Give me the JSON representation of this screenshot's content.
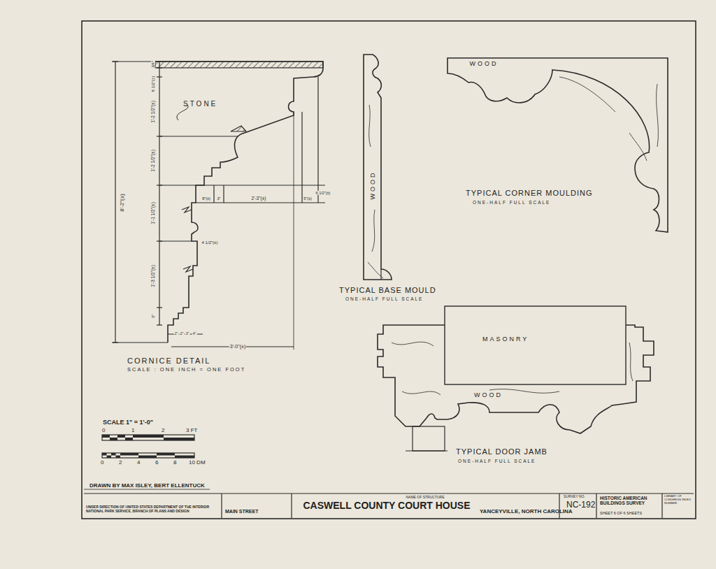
{
  "diagram": {
    "labels": [
      "8'-2\"(±)",
      "3/4\"",
      "8 1/2\"(±)",
      "1'-2 1/2\"(±)",
      "1'-2 1/2\"(±)",
      "1'-1 1/2\"(±)",
      "1'-3 1/2\"(±)",
      "6\"",
      "STONE",
      "8\"(±)",
      "3\"",
      "2'-3\"(±)",
      "5\"(±)",
      "6 1/2\"(±)",
      "4 1/2\"(±)",
      "2\"",
      "2\"",
      "3\"",
      "4\"",
      "3'-0\"(±)",
      "CORNICE DETAIL",
      "SCALE : ONE INCH = ONE FOOT",
      "WOOD",
      "TYPICAL BASE MOULD",
      "ONE-HALF FULL SCALE",
      "WOOD",
      "TYPICAL CORNER MOULDING",
      "ONE-HALF FULL SCALE",
      "MASONRY",
      "WOOD",
      "TYPICAL DOOR JAMB",
      "ONE-HALF FULL SCALE",
      "SCALE 1\" = 1'-0\"",
      "0",
      "1",
      "2",
      "3 FT",
      "0",
      "2",
      "4",
      "6",
      "8",
      "10 DM",
      "DRAWN BY MAX ISLEY, BERT ELLENTUCK",
      "UNDER DIRECTION OF UNITED STATES DEPARTMENT OF THE INTERIOR NATIONAL PARK SERVICE, BRANCH OF PLANS AND DESIGN",
      "MAIN STREET",
      "NAME OF STRUCTURE",
      "CASWELL COUNTY COURT HOUSE",
      "YANCEYVILLE, NORTH CAROLINA",
      "SURVEY NO.",
      "NC-192",
      "HISTORIC AMERICAN BUILDINGS SURVEY",
      "SHEET 6 OF 6 SHEETS",
      "LIBRARY OF CONGRESS INDEX NUMBER"
    ]
  }
}
